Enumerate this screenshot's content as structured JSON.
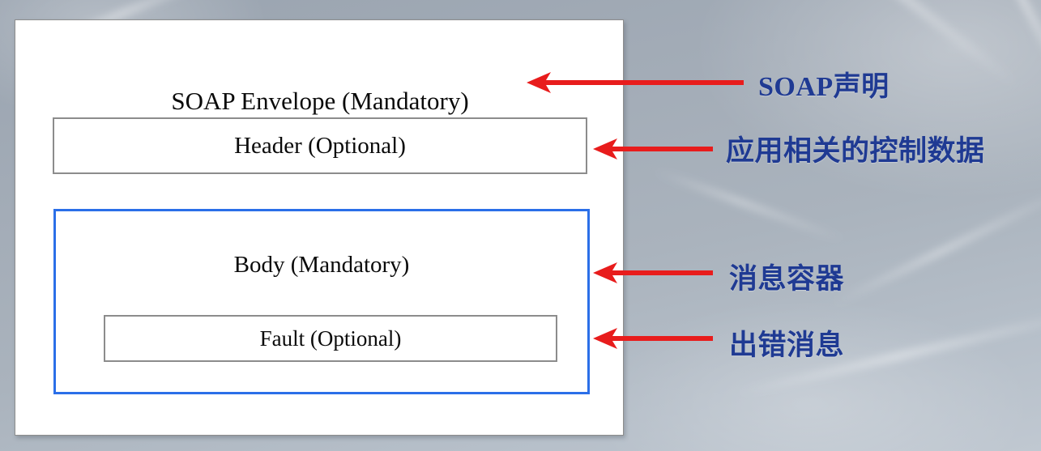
{
  "slide": {
    "background_color": "#a4adb8",
    "panel_background": "#ffffff"
  },
  "diagram": {
    "title": "SOAP Envelope (Mandatory)",
    "boxes": [
      {
        "id": "envelope",
        "label": "SOAP Envelope (Mandatory)",
        "border_color": "#8d8d8d"
      },
      {
        "id": "header",
        "label": "Header (Optional)",
        "border_color": "#8c8c8c"
      },
      {
        "id": "body",
        "label": "Body (Mandatory)",
        "border_color": "#2b6fe8"
      },
      {
        "id": "fault",
        "label": "Fault (Optional)",
        "border_color": "#8c8c8c"
      }
    ]
  },
  "annotations": {
    "arrow_color": "#e81c1c",
    "caption_color": "#1f3a93",
    "items": [
      {
        "id": "soap-declaration",
        "caption": "SOAP声明",
        "target": "envelope"
      },
      {
        "id": "control-data",
        "caption": "应用相关的控制数据",
        "target": "header"
      },
      {
        "id": "message-container",
        "caption": "消息容器",
        "target": "body"
      },
      {
        "id": "error-message",
        "caption": "出错消息",
        "target": "fault"
      }
    ]
  }
}
